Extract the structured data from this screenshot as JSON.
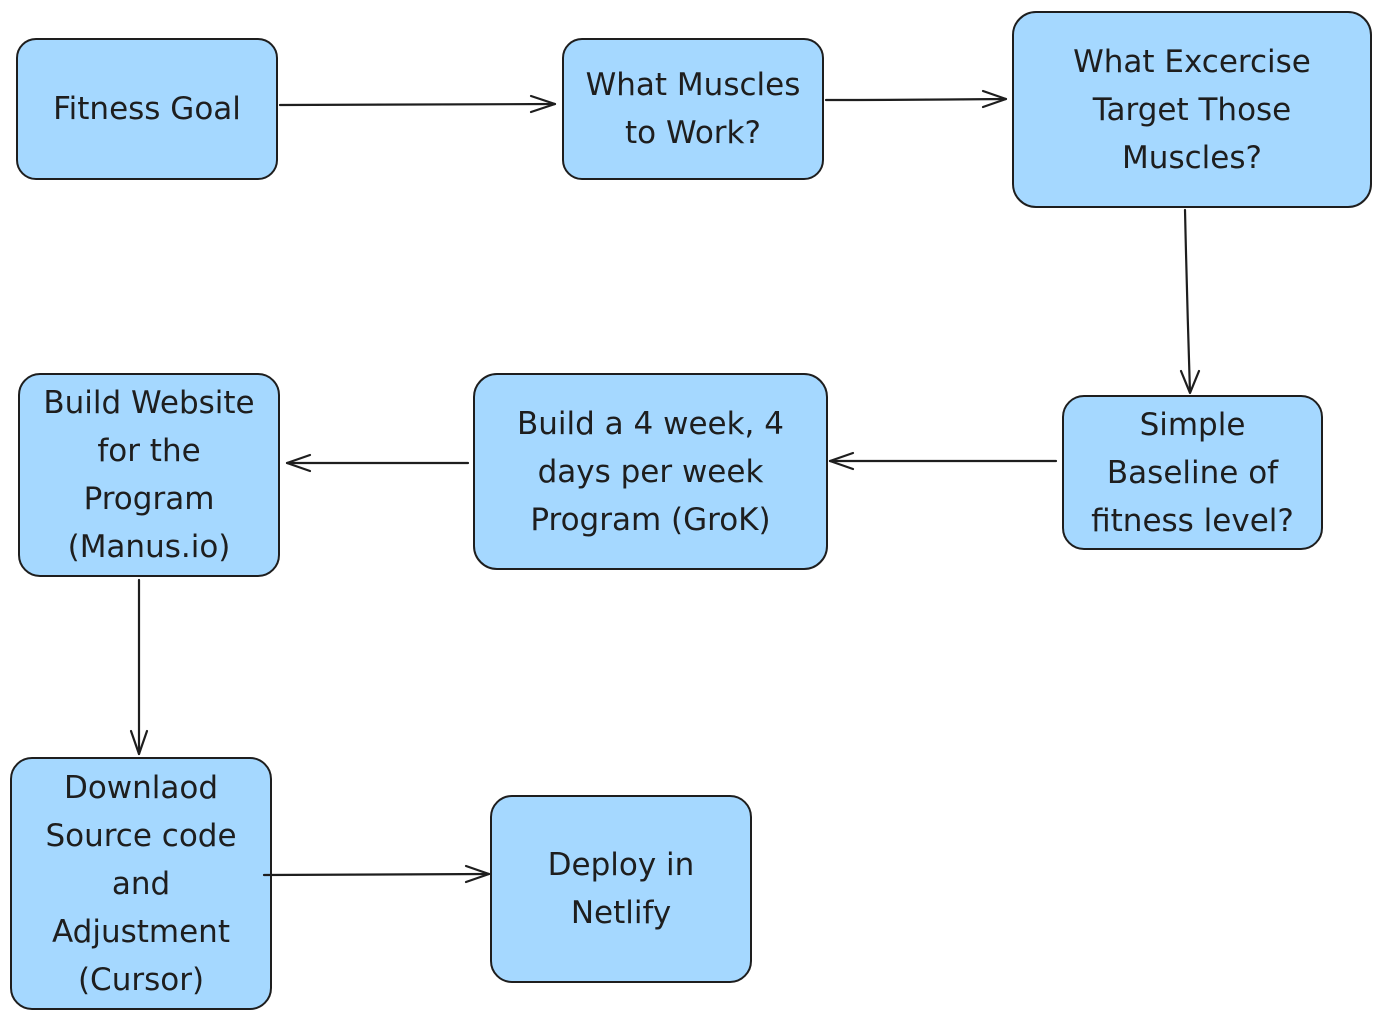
{
  "diagram": {
    "colors": {
      "node_fill": "#a5d8ff",
      "stroke": "#1e1e1e",
      "text": "#1e1e1e"
    },
    "nodes": {
      "fitness_goal": "Fitness Goal",
      "muscles": "What Muscles\nto Work?",
      "exercises": "What Excercise\nTarget Those\nMuscles?",
      "baseline": "Simple\nBaseline of\nfitness level?",
      "program": "Build a 4 week, 4\ndays per week\nProgram (GroK)",
      "website": "Build Website\nfor the\nProgram\n(Manus.io)",
      "download": "Downlaod\nSource code\nand\nAdjustment\n(Cursor)",
      "deploy": "Deploy in\nNetlify"
    },
    "edges": [
      {
        "from": "fitness_goal",
        "to": "muscles"
      },
      {
        "from": "muscles",
        "to": "exercises"
      },
      {
        "from": "exercises",
        "to": "baseline"
      },
      {
        "from": "baseline",
        "to": "program"
      },
      {
        "from": "program",
        "to": "website"
      },
      {
        "from": "website",
        "to": "download"
      },
      {
        "from": "download",
        "to": "deploy"
      }
    ]
  }
}
